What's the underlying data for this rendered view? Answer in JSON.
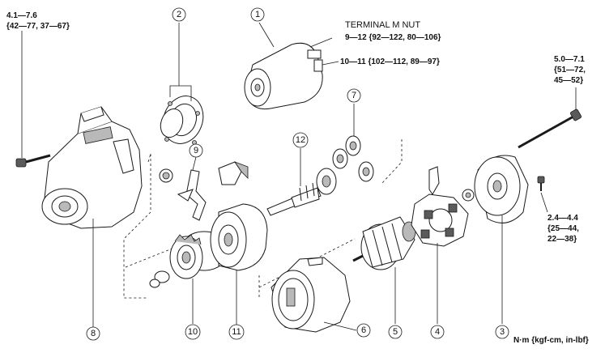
{
  "callouts": {
    "c1": "1",
    "c2": "2",
    "c3": "3",
    "c4": "4",
    "c5": "5",
    "c6": "6",
    "c7": "7",
    "c8": "8",
    "c9": "9",
    "c10": "10",
    "c11": "11",
    "c12": "12"
  },
  "torque": {
    "bolt_left_line1": "4.1—7.6",
    "bolt_left_line2": "{42—77, 37—67}",
    "terminal_title": "TERMINAL M NUT",
    "terminal_m_value": "9—12 {92—122, 80—106}",
    "terminal_b_value": "10—11 {102—112, 89—97}",
    "through_bolt_line1": "5.0—7.1",
    "through_bolt_line2": "{51—72,",
    "through_bolt_line3": "45—52}",
    "screw_line1": "2.4—4.4",
    "screw_line2": "{25—44,",
    "screw_line3": "22—38}"
  },
  "units_note": "N·m {kgf-cm, in-lbf}"
}
